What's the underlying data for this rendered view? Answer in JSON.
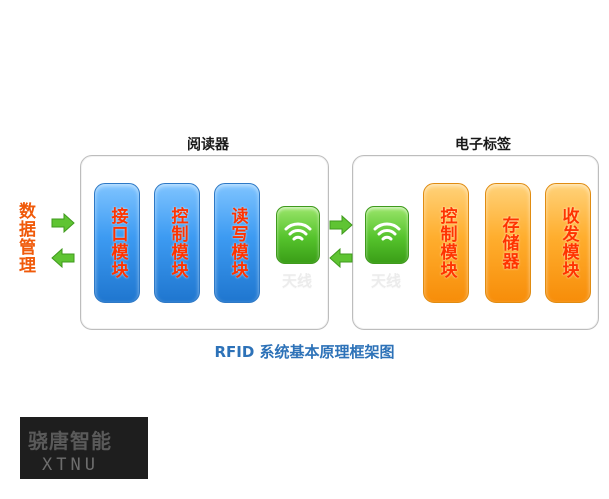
{
  "reader": {
    "title": "阅读器",
    "modules": [
      "接口模块",
      "控制模块",
      "读写模块"
    ],
    "antenna": "天线"
  },
  "tag": {
    "title": "电子标签",
    "modules": [
      "控制模块",
      "存储器",
      "收发模块"
    ],
    "antenna": "天线"
  },
  "data_management": "数据管理",
  "caption": "RFID 系统基本原理框架图",
  "logo": {
    "cn": "骁唐智能",
    "en": "XTNU"
  },
  "colors": {
    "blue": "#3d9bf2",
    "orange": "#ffae2e",
    "green": "#55c32c",
    "text_red": "#ff3300",
    "caption_blue": "#2d72b8"
  },
  "icons": [
    "arrow-right-icon",
    "arrow-left-icon",
    "wifi-icon"
  ]
}
